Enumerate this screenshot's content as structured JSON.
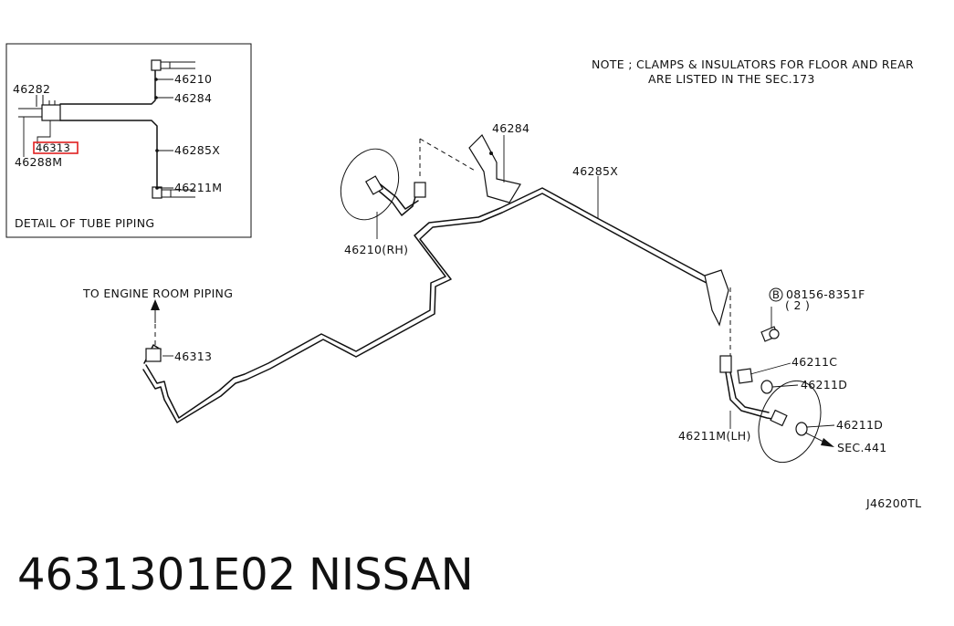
{
  "detail_box": {
    "title": "DETAIL OF TUBE PIPING",
    "labels": {
      "p46282": "46282",
      "p46210": "46210",
      "p46284": "46284",
      "p46313": "46313",
      "p46285x": "46285X",
      "p46288m": "46288M",
      "p46211m": "46211M"
    },
    "highlight_color": "#e02020"
  },
  "note": {
    "line1": "NOTE ; CLAMPS & INSULATORS FOR FLOOR AND REAR",
    "line2": "ARE LISTED IN THE SEC.173"
  },
  "main_labels": {
    "p46284": "46284",
    "p46285x": "46285X",
    "p46210rh": "46210(RH)",
    "to_engine": "TO ENGINE ROOM PIPING",
    "p46313": "46313",
    "bolt_circle": "B",
    "bolt": "08156-8351F",
    "bolt_qty": "( 2 )",
    "p46211c": "46211C",
    "p46211d_1": "46211D",
    "p46211d_2": "46211D",
    "p46211mlh": "46211M(LH)",
    "sec441": "SEC.441"
  },
  "diagram_code": "J46200TL",
  "footer": {
    "part_number": "4631301E02",
    "brand": "NISSAN"
  }
}
